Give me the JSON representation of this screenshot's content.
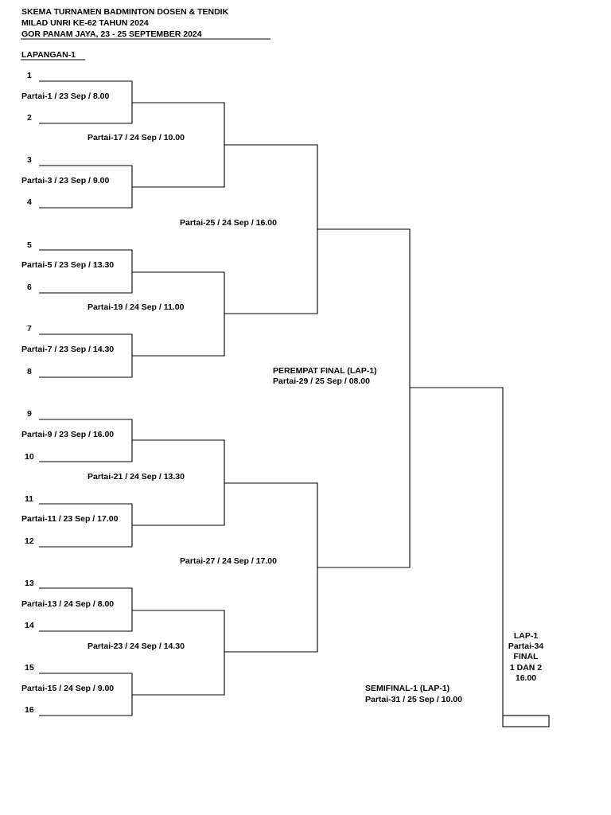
{
  "header": {
    "title_line1": "SKEMA TURNAMEN BADMINTON DOSEN & TENDIK",
    "title_line2": "MILAD UNRI KE-62 TAHUN 2024",
    "title_line3": "GOR PANAM JAYA, 23 - 25 SEPTEMBER 2024"
  },
  "court": "LAPANGAN-1",
  "seeds": [
    "1",
    "2",
    "3",
    "4",
    "5",
    "6",
    "7",
    "8",
    "9",
    "10",
    "11",
    "12",
    "13",
    "14",
    "15",
    "16"
  ],
  "round1": [
    "Partai-1 / 23 Sep / 8.00",
    "Partai-3 / 23 Sep / 9.00",
    "Partai-5 / 23 Sep / 13.30",
    "Partai-7 / 23 Sep / 14.30",
    "Partai-9 / 23 Sep / 16.00",
    "Partai-11 / 23 Sep / 17.00",
    "Partai-13 / 24 Sep / 8.00",
    "Partai-15 / 24 Sep / 9.00"
  ],
  "round2": [
    "Partai-17 / 24 Sep / 10.00",
    "Partai-19 / 24 Sep / 11.00",
    "Partai-21 / 24 Sep / 13.30",
    "Partai-23 / 24 Sep / 14.30"
  ],
  "round3": [
    "Partai-25 / 24 Sep / 16.00",
    "Partai-27 / 24 Sep / 17.00"
  ],
  "quarterfinal": {
    "line1": "PEREMPAT FINAL (LAP-1)",
    "line2": "Partai-29 / 25 Sep / 08.00"
  },
  "semifinal": {
    "line1": "SEMIFINAL-1 (LAP-1)",
    "line2": "Partai-31 / 25 Sep / 10.00"
  },
  "final": {
    "line1": "LAP-1",
    "line2": "Partai-34",
    "line3": "FINAL",
    "line4": "1 DAN 2",
    "line5": "16.00"
  }
}
